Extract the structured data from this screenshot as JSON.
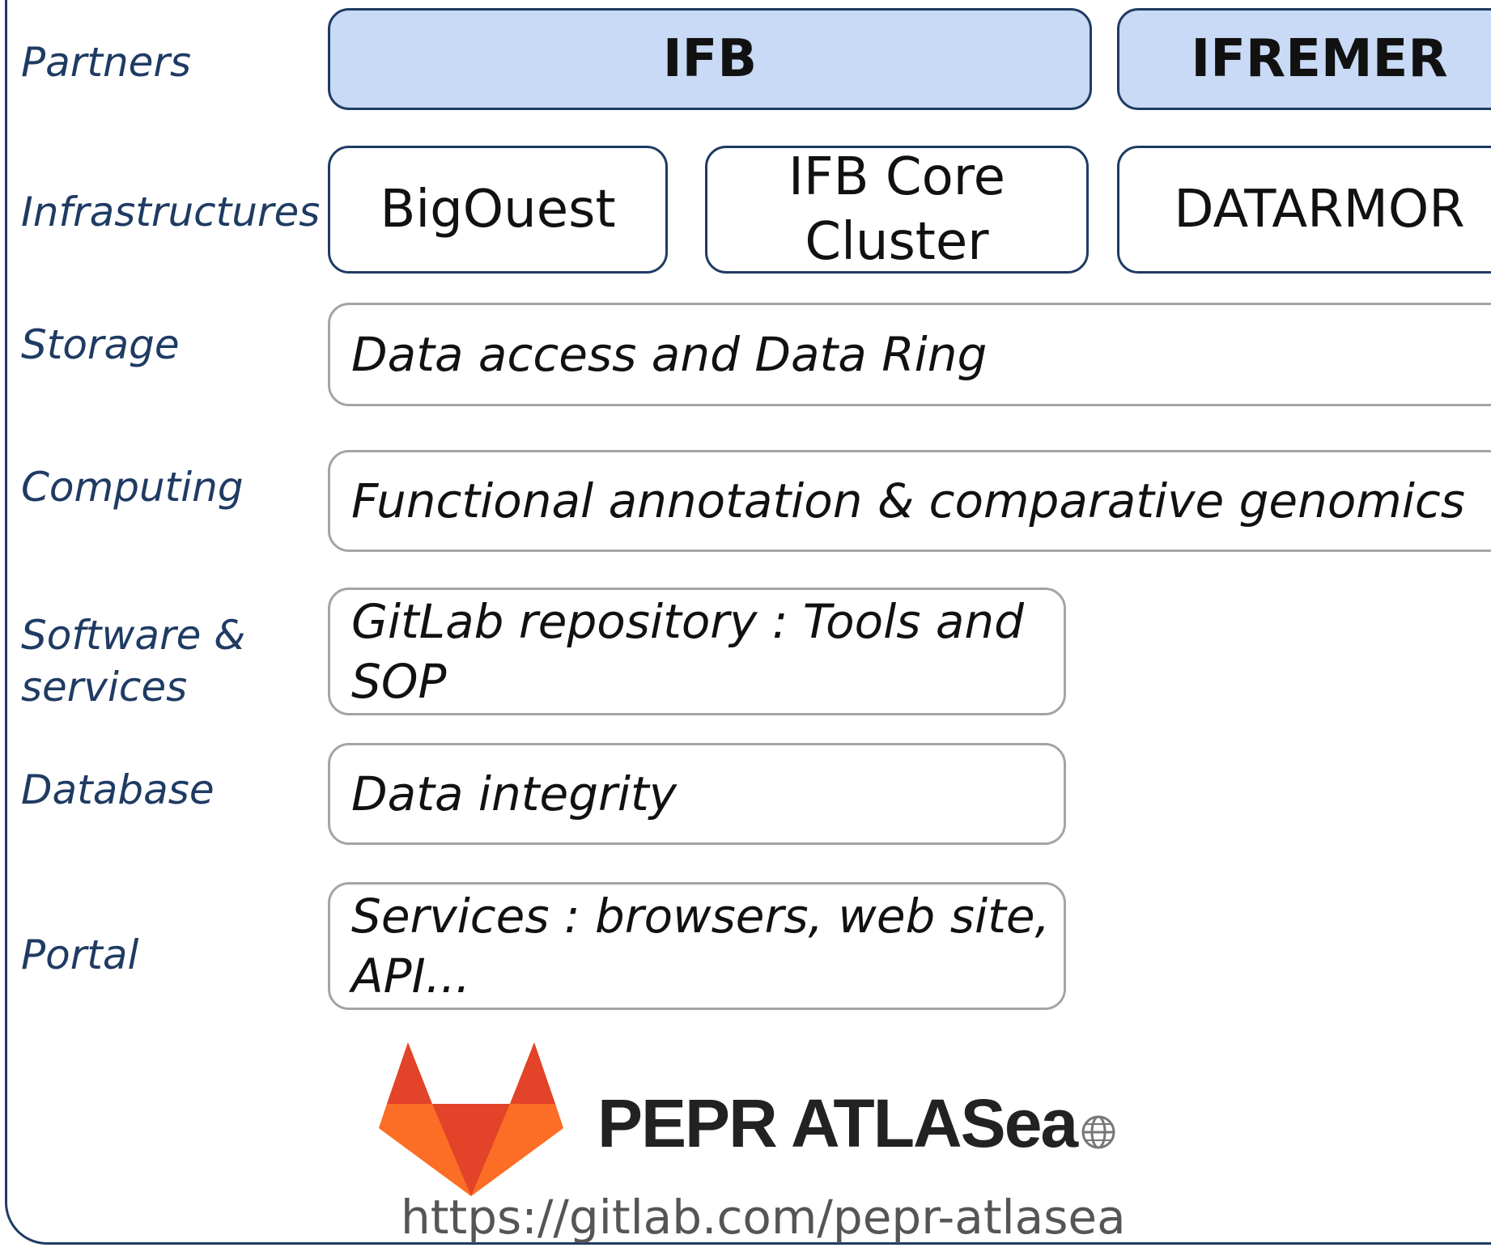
{
  "rows": {
    "partners": "Partners",
    "infrastructures": "Infrastructures",
    "storage": "Storage",
    "computing": "Computing",
    "software_line1": "Software &",
    "software_line2": "services",
    "database": "Database",
    "portal": "Portal"
  },
  "partners": [
    "IFB",
    "IFREMER"
  ],
  "infrastructures": {
    "bigouest": "BigOuest",
    "ifb_core_line1": "IFB Core",
    "ifb_core_line2": "Cluster",
    "datarmor": "DATARMOR"
  },
  "services": {
    "storage": "Data access and Data Ring",
    "computing": "Functional annotation & comparative genomics",
    "software_line1": "GitLab repository : Tools and",
    "software_line2": "SOP",
    "database": "Data integrity",
    "portal_line1": "Services : browsers, web site,",
    "portal_line2": "API..."
  },
  "logo": {
    "name": "PEPR ATLASea",
    "icon": "gitlab-fox-icon"
  },
  "url": "https://gitlab.com/pepr-atlasea",
  "colors": {
    "partner_fill": "#c9daf6",
    "border": "#1f3b63",
    "label": "#1f3b63"
  }
}
